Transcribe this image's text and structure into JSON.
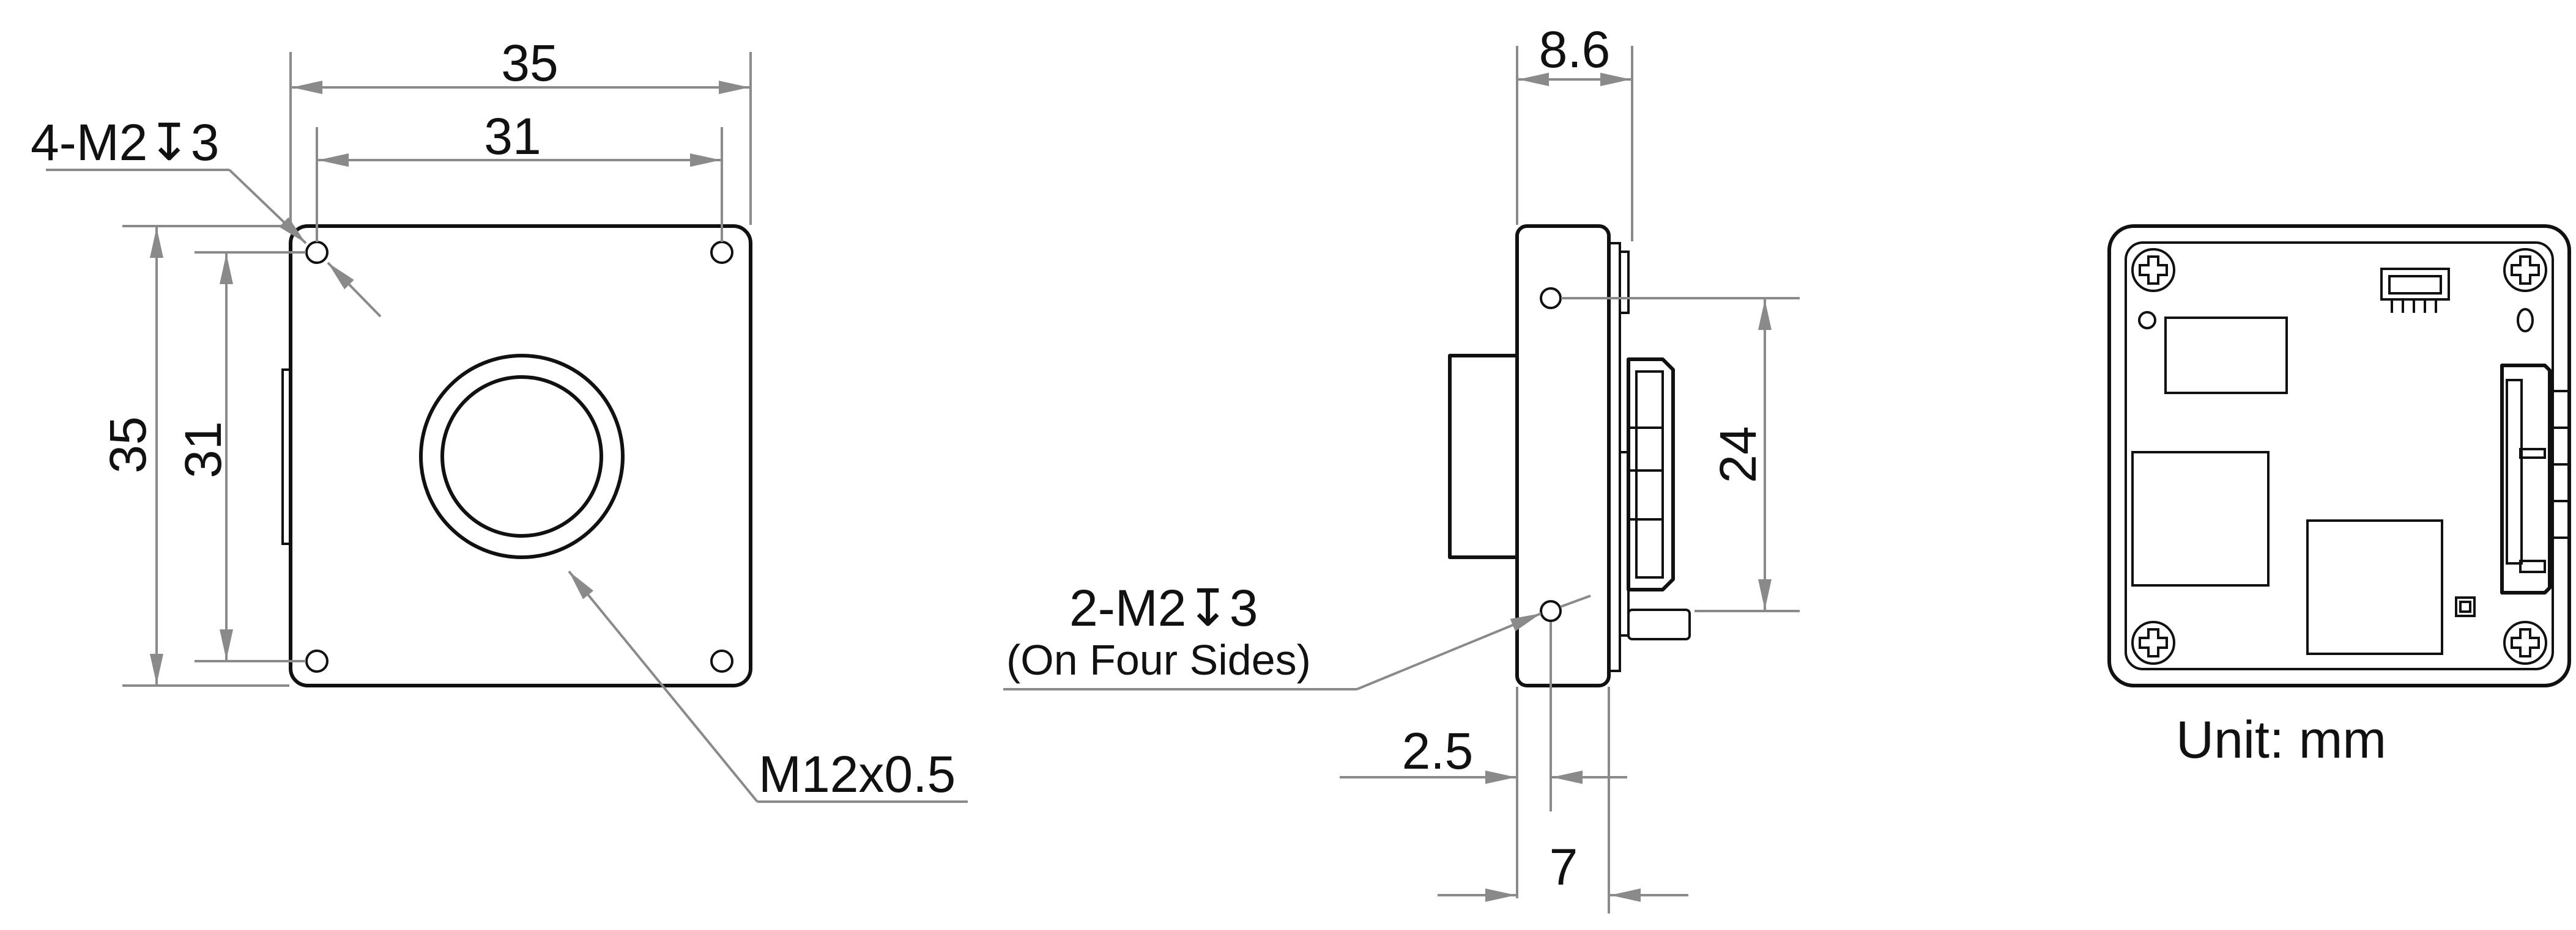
{
  "labels": {
    "front_width_outer": "35",
    "front_width_inner": "31",
    "front_height_outer": "35",
    "front_height_inner": "31",
    "front_holes": "4-M2↧3",
    "lens_mount": "M12x0.5",
    "side_depth_top": "8.6",
    "side_hole_spacing": "24",
    "side_holes_line1": "2-M2↧3",
    "side_holes_line2": "(On Four Sides)",
    "side_hole_offset": "2.5",
    "side_depth_bottom": "7",
    "unit": "Unit: mm"
  }
}
